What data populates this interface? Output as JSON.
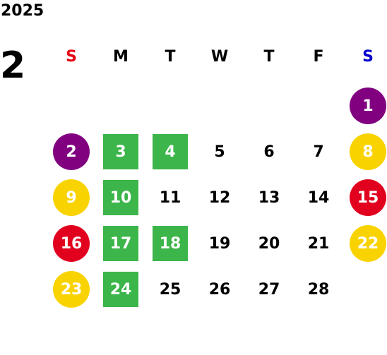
{
  "calendar": {
    "year": "2025",
    "month": "2",
    "weekdays": [
      {
        "label": "S",
        "color": "#e60012"
      },
      {
        "label": "M",
        "color": "#000000"
      },
      {
        "label": "T",
        "color": "#000000"
      },
      {
        "label": "W",
        "color": "#000000"
      },
      {
        "label": "T",
        "color": "#000000"
      },
      {
        "label": "F",
        "color": "#000000"
      },
      {
        "label": "S",
        "color": "#0000cc"
      }
    ],
    "legend_colors": {
      "purple": "#800080",
      "yellow": "#f9d300",
      "red": "#e1001e",
      "green": "#3cb54a"
    },
    "days": [
      {
        "day": "1",
        "row": 0,
        "col": 6,
        "style": "circle",
        "color": "#800080"
      },
      {
        "day": "2",
        "row": 1,
        "col": 0,
        "style": "circle",
        "color": "#800080"
      },
      {
        "day": "3",
        "row": 1,
        "col": 1,
        "style": "square",
        "color": "#3cb54a"
      },
      {
        "day": "4",
        "row": 1,
        "col": 2,
        "style": "square",
        "color": "#3cb54a"
      },
      {
        "day": "5",
        "row": 1,
        "col": 3,
        "style": "plain",
        "color": ""
      },
      {
        "day": "6",
        "row": 1,
        "col": 4,
        "style": "plain",
        "color": ""
      },
      {
        "day": "7",
        "row": 1,
        "col": 5,
        "style": "plain",
        "color": ""
      },
      {
        "day": "8",
        "row": 1,
        "col": 6,
        "style": "circle",
        "color": "#f9d300"
      },
      {
        "day": "9",
        "row": 2,
        "col": 0,
        "style": "circle",
        "color": "#f9d300"
      },
      {
        "day": "10",
        "row": 2,
        "col": 1,
        "style": "square",
        "color": "#3cb54a"
      },
      {
        "day": "11",
        "row": 2,
        "col": 2,
        "style": "plain",
        "color": ""
      },
      {
        "day": "12",
        "row": 2,
        "col": 3,
        "style": "plain",
        "color": ""
      },
      {
        "day": "13",
        "row": 2,
        "col": 4,
        "style": "plain",
        "color": ""
      },
      {
        "day": "14",
        "row": 2,
        "col": 5,
        "style": "plain",
        "color": ""
      },
      {
        "day": "15",
        "row": 2,
        "col": 6,
        "style": "circle",
        "color": "#e1001e"
      },
      {
        "day": "16",
        "row": 3,
        "col": 0,
        "style": "circle",
        "color": "#e1001e"
      },
      {
        "day": "17",
        "row": 3,
        "col": 1,
        "style": "square",
        "color": "#3cb54a"
      },
      {
        "day": "18",
        "row": 3,
        "col": 2,
        "style": "square",
        "color": "#3cb54a"
      },
      {
        "day": "19",
        "row": 3,
        "col": 3,
        "style": "plain",
        "color": ""
      },
      {
        "day": "20",
        "row": 3,
        "col": 4,
        "style": "plain",
        "color": ""
      },
      {
        "day": "21",
        "row": 3,
        "col": 5,
        "style": "plain",
        "color": ""
      },
      {
        "day": "22",
        "row": 3,
        "col": 6,
        "style": "circle",
        "color": "#f9d300"
      },
      {
        "day": "23",
        "row": 4,
        "col": 0,
        "style": "circle",
        "color": "#f9d300"
      },
      {
        "day": "24",
        "row": 4,
        "col": 1,
        "style": "square",
        "color": "#3cb54a"
      },
      {
        "day": "25",
        "row": 4,
        "col": 2,
        "style": "plain",
        "color": ""
      },
      {
        "day": "26",
        "row": 4,
        "col": 3,
        "style": "plain",
        "color": ""
      },
      {
        "day": "27",
        "row": 4,
        "col": 4,
        "style": "plain",
        "color": ""
      },
      {
        "day": "28",
        "row": 4,
        "col": 5,
        "style": "plain",
        "color": ""
      }
    ]
  }
}
